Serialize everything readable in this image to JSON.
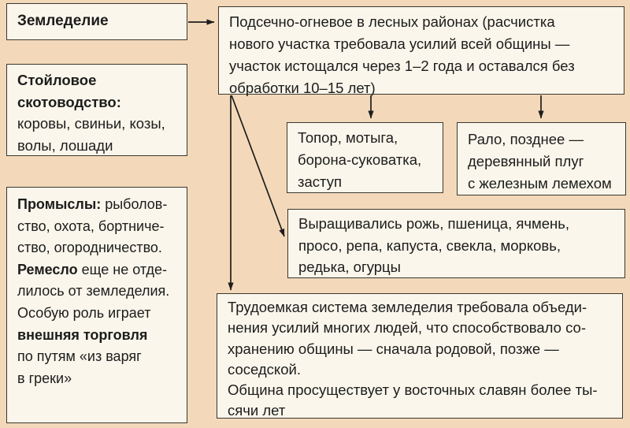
{
  "palette": {
    "background": "#f3d9ba",
    "box_background": "#faf6eb",
    "border": "#3a372f",
    "text": "#1c1c1c",
    "arrow": "#1d1d1d"
  },
  "boxes": {
    "agriculture": {
      "lines": [
        {
          "bold": "Земледелие"
        }
      ]
    },
    "cattle": {
      "lines": [
        {
          "bold": "Стойловое"
        },
        {
          "bold": "скотоводство:"
        },
        {
          "text": "коровы, свиньи, козы,"
        },
        {
          "text": "волы, лошади"
        }
      ]
    },
    "crafts": {
      "lines": [
        {
          "bold": "Промыслы:",
          "text": " рыболов-"
        },
        {
          "text": "ство, охота, бортниче-"
        },
        {
          "text": "ство, огородничество."
        },
        {
          "bold": "Ремесло",
          "text": " еще не отде-"
        },
        {
          "text": "лилось от земледелия."
        },
        {
          "text": "Особую роль играет"
        },
        {
          "bold": "внешняя торговля"
        },
        {
          "text": "по путям «из варяг"
        },
        {
          "text": "в греки»"
        }
      ]
    },
    "slash_burn": {
      "lines": [
        {
          "text": "Подсечно-огневое в лесных районах (расчистка"
        },
        {
          "text": "нового участка требовала усилий всей общины —"
        },
        {
          "text": "участок истощался через 1–2 года и оставался без"
        },
        {
          "text": "обработки 10–15 лет)"
        }
      ]
    },
    "tools_manual": {
      "lines": [
        {
          "text": "Топор, мотыга,"
        },
        {
          "text": "борона-суковатка,"
        },
        {
          "text": "заступ"
        }
      ]
    },
    "tools_plough": {
      "lines": [
        {
          "text": "Рало, позднее —"
        },
        {
          "text": "деревянный плуг"
        },
        {
          "text": "с железным лемехом"
        }
      ]
    },
    "crops": {
      "lines": [
        {
          "text": "Выращивались рожь, пшеница, ячмень,"
        },
        {
          "text": "просо, репа, капуста, свекла, морковь,"
        },
        {
          "text": "редька, огурцы"
        }
      ]
    },
    "community": {
      "lines": [
        {
          "text": "Трудоемкая система земледелия требовала объеди-"
        },
        {
          "text": "нения усилий многих людей, что способствовало со-"
        },
        {
          "text": "хранению общины — сначала родовой, позже —"
        },
        {
          "text": "соседской."
        },
        {
          "text": "Община просуществует у восточных славян более ты-"
        },
        {
          "text": "сячи лет"
        }
      ]
    }
  }
}
